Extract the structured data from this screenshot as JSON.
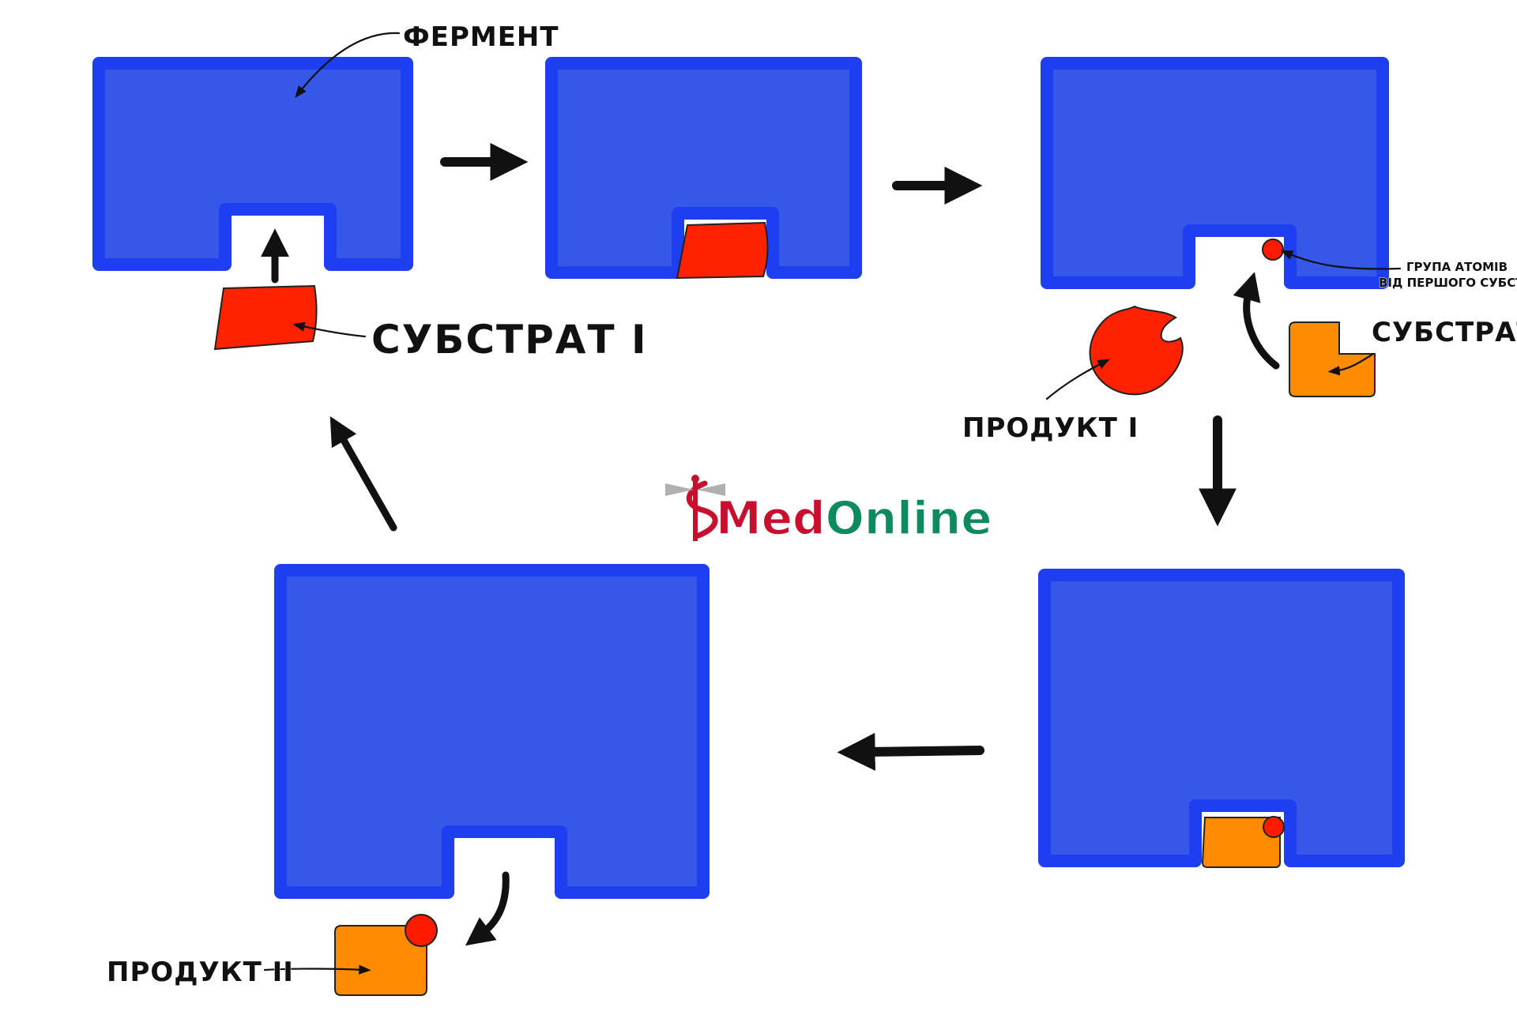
{
  "labels": {
    "enzyme": "ФЕРМЕНТ",
    "substrate1": "СУБСТРАТ I",
    "substrate2": "СУБСТРАТ II",
    "product1": "ПРОДУКТ I",
    "product2": "ПРОДУКТ II",
    "atom_group_line1": "ГРУПА АТОМІВ",
    "atom_group_line2": "ВІД ПЕРШОГО СУБСТРАТА"
  },
  "logo": {
    "part1": "Med",
    "part2": "Online",
    "icon": "caduceus-icon",
    "color1": "#c8102e",
    "color2": "#0f8a5f"
  },
  "colors": {
    "enzyme_fill": "#3558e8",
    "enzyme_border": "#1e3ff0",
    "substrate1": "#ff2200",
    "substrate2": "#ff8c00",
    "atom_group": "#ff1a00",
    "arrow": "#111111"
  }
}
